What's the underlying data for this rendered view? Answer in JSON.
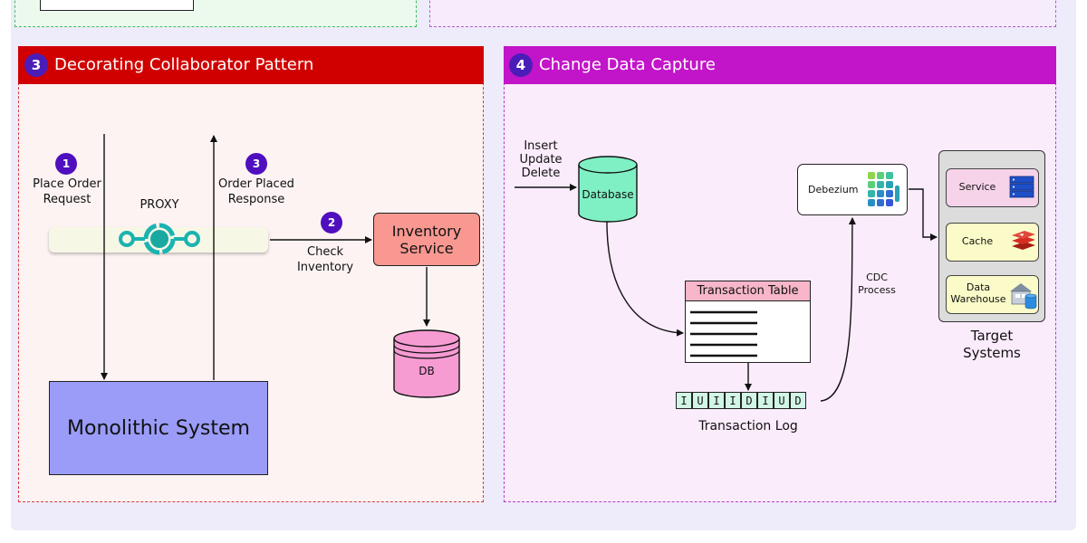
{
  "panel3": {
    "number": "3",
    "title": "Decorating Collaborator Pattern",
    "steps": [
      {
        "number": "1",
        "label_line1": "Place Order",
        "label_line2": "Request"
      },
      {
        "number": "2",
        "label_line1": "Check",
        "label_line2": "Inventory"
      },
      {
        "number": "3",
        "label_line1": "Order Placed",
        "label_line2": "Response"
      }
    ],
    "proxy_label": "PROXY",
    "proxy_icon": "proxy-icon",
    "monolith_label": "Monolithic System",
    "inventory_label": "Inventory\nService",
    "db_label": "DB",
    "colors": {
      "header": "#d10000",
      "monolith": "#9a9cf7",
      "inventory": "#f89891",
      "db": "#f79bd3",
      "badge": "#4f0fbf"
    }
  },
  "panel4": {
    "number": "4",
    "title": "Change Data Capture",
    "ops": [
      "Insert",
      "Update",
      "Delete"
    ],
    "database_label": "Database",
    "transaction_table_label": "Transaction Table",
    "transaction_log_label": "Transaction Log",
    "log_entries": [
      "I",
      "U",
      "I",
      "I",
      "D",
      "I",
      "U",
      "D"
    ],
    "cdc_line1": "CDC",
    "cdc_line2": "Process",
    "debezium_label": "Debezium",
    "debezium_icon": "debezium-logo-icon",
    "targets": [
      {
        "line1": "Service",
        "line2": "",
        "icon": "server-icon"
      },
      {
        "line1": "Cache",
        "line2": "",
        "icon": "redis-icon"
      },
      {
        "line1": "Data",
        "line2": "Warehouse",
        "icon": "warehouse-icon"
      }
    ],
    "targets_line1": "Target",
    "targets_line2": "Systems",
    "colors": {
      "header": "#c214c9",
      "database": "#7ff0c4",
      "table_header": "#f7b6c9",
      "log_cell": "#d1f5e6",
      "target_card": "#fbfbc9"
    }
  }
}
